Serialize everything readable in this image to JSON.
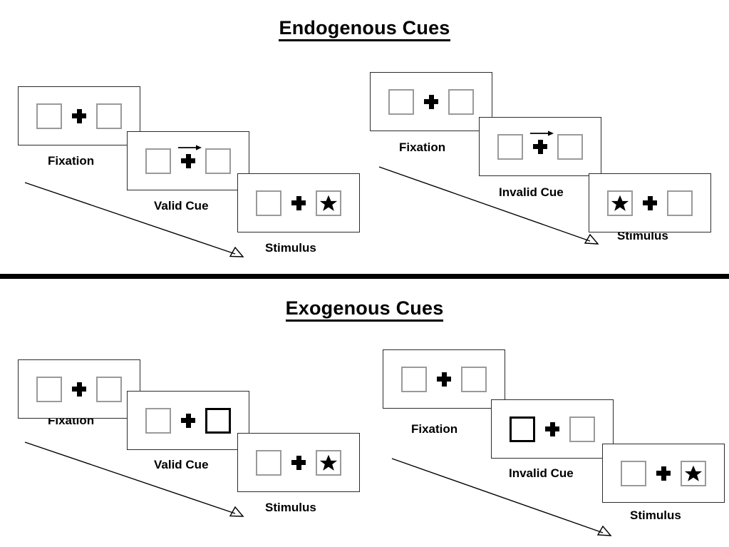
{
  "page": {
    "background": "#ffffff",
    "box_border_color": "#9a9a9a",
    "cued_box_border_color": "#000000",
    "panel_border_color": "#2b2b2b",
    "star_color": "#000000",
    "divider_color": "#000000"
  },
  "sections": [
    {
      "id": "endogenous",
      "title": "Endogenous Cues",
      "cue_type": "arrow",
      "sequences": [
        {
          "id": "endogenous-valid",
          "steps": [
            {
              "label": "Fixation",
              "cue_side": "none",
              "target_side": "none",
              "cue_style": "none"
            },
            {
              "label": "Valid Cue",
              "cue_side": "right",
              "target_side": "none",
              "cue_style": "arrow-right"
            },
            {
              "label": "Stimulus",
              "cue_side": "none",
              "target_side": "right",
              "cue_style": "none"
            }
          ]
        },
        {
          "id": "endogenous-invalid",
          "steps": [
            {
              "label": "Fixation",
              "cue_side": "none",
              "target_side": "none",
              "cue_style": "none"
            },
            {
              "label": "Invalid Cue",
              "cue_side": "right",
              "target_side": "none",
              "cue_style": "arrow-right"
            },
            {
              "label": "Stimulus",
              "cue_side": "none",
              "target_side": "left",
              "cue_style": "none"
            }
          ]
        }
      ]
    },
    {
      "id": "exogenous",
      "title": "Exogenous Cues",
      "cue_type": "box-highlight",
      "sequences": [
        {
          "id": "exogenous-valid",
          "steps": [
            {
              "label": "Fixation",
              "cue_side": "none",
              "target_side": "none",
              "cue_style": "none"
            },
            {
              "label": "Valid Cue",
              "cue_side": "right",
              "target_side": "none",
              "cue_style": "box-highlight"
            },
            {
              "label": "Stimulus",
              "cue_side": "none",
              "target_side": "right",
              "cue_style": "none"
            }
          ]
        },
        {
          "id": "exogenous-invalid",
          "steps": [
            {
              "label": "Fixation",
              "cue_side": "none",
              "target_side": "none",
              "cue_style": "none"
            },
            {
              "label": "Invalid Cue",
              "cue_side": "left",
              "target_side": "none",
              "cue_style": "box-highlight"
            },
            {
              "label": "Stimulus",
              "cue_side": "none",
              "target_side": "right",
              "cue_style": "none"
            }
          ]
        }
      ]
    }
  ]
}
